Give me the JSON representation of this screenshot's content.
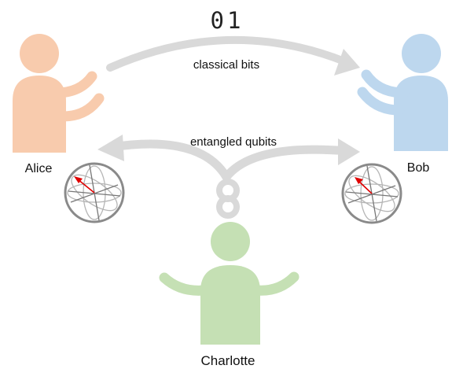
{
  "diagram": {
    "top_bits": "01",
    "classical_label": "classical bits",
    "entangled_label": "entangled qubits",
    "people": {
      "alice": {
        "name": "Alice",
        "color": "#f8cbad"
      },
      "bob": {
        "name": "Bob",
        "color": "#bdd7ee"
      },
      "charlotte": {
        "name": "Charlotte",
        "color": "#c5e0b4"
      }
    },
    "colors": {
      "arrow": "#d9d9d9",
      "sphere_outline": "#8a8a8a",
      "state_vector": "#e00000"
    },
    "icons": {
      "alice_qubit": "bloch-sphere-icon",
      "bob_qubit": "bloch-sphere-icon",
      "entanglement": "twisted-link-icon"
    }
  }
}
